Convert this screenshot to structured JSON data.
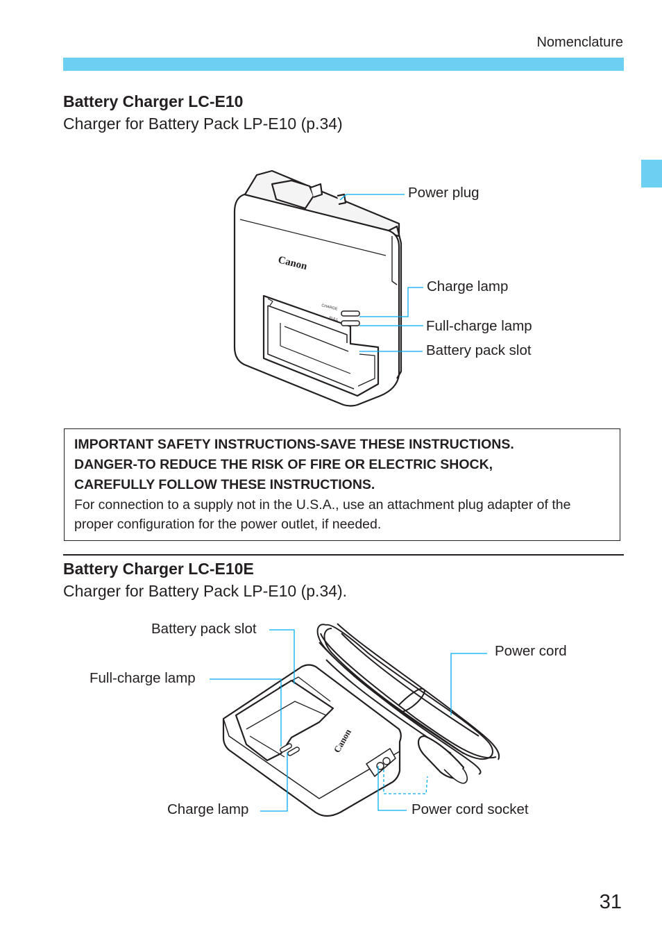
{
  "header": {
    "running_head": "Nomenclature"
  },
  "section1": {
    "title": "Battery Charger LC-E10",
    "subtitle": "Charger for Battery Pack LP-E10 (p.34)",
    "brand": "Canon",
    "panel_labels": [
      "CHARGE",
      "FULL"
    ],
    "callouts": {
      "power_plug": "Power plug",
      "charge_lamp": "Charge lamp",
      "full_charge_lamp": "Full-charge lamp",
      "battery_pack_slot": "Battery pack slot"
    }
  },
  "warning": {
    "line1": "IMPORTANT SAFETY INSTRUCTIONS-SAVE THESE INSTRUCTIONS.",
    "line2": "DANGER-TO REDUCE THE RISK OF FIRE OR ELECTRIC SHOCK,",
    "line3": "CAREFULLY FOLLOW THESE INSTRUCTIONS.",
    "body": "For connection to a supply not in the U.S.A., use an attachment plug adapter of the proper configuration for the power outlet, if needed."
  },
  "section2": {
    "title": "Battery Charger LC-E10E",
    "subtitle": "Charger for Battery Pack LP-E10 (p.34).",
    "brand": "Canon",
    "callouts": {
      "battery_pack_slot": "Battery pack slot",
      "full_charge_lamp": "Full-charge lamp",
      "charge_lamp": "Charge lamp",
      "power_cord": "Power cord",
      "power_cord_socket": "Power cord socket"
    }
  },
  "footer": {
    "page_number": "31"
  },
  "colors": {
    "accent": "#6dd0f2",
    "callout_line": "#00aeef",
    "ink": "#231f20"
  }
}
